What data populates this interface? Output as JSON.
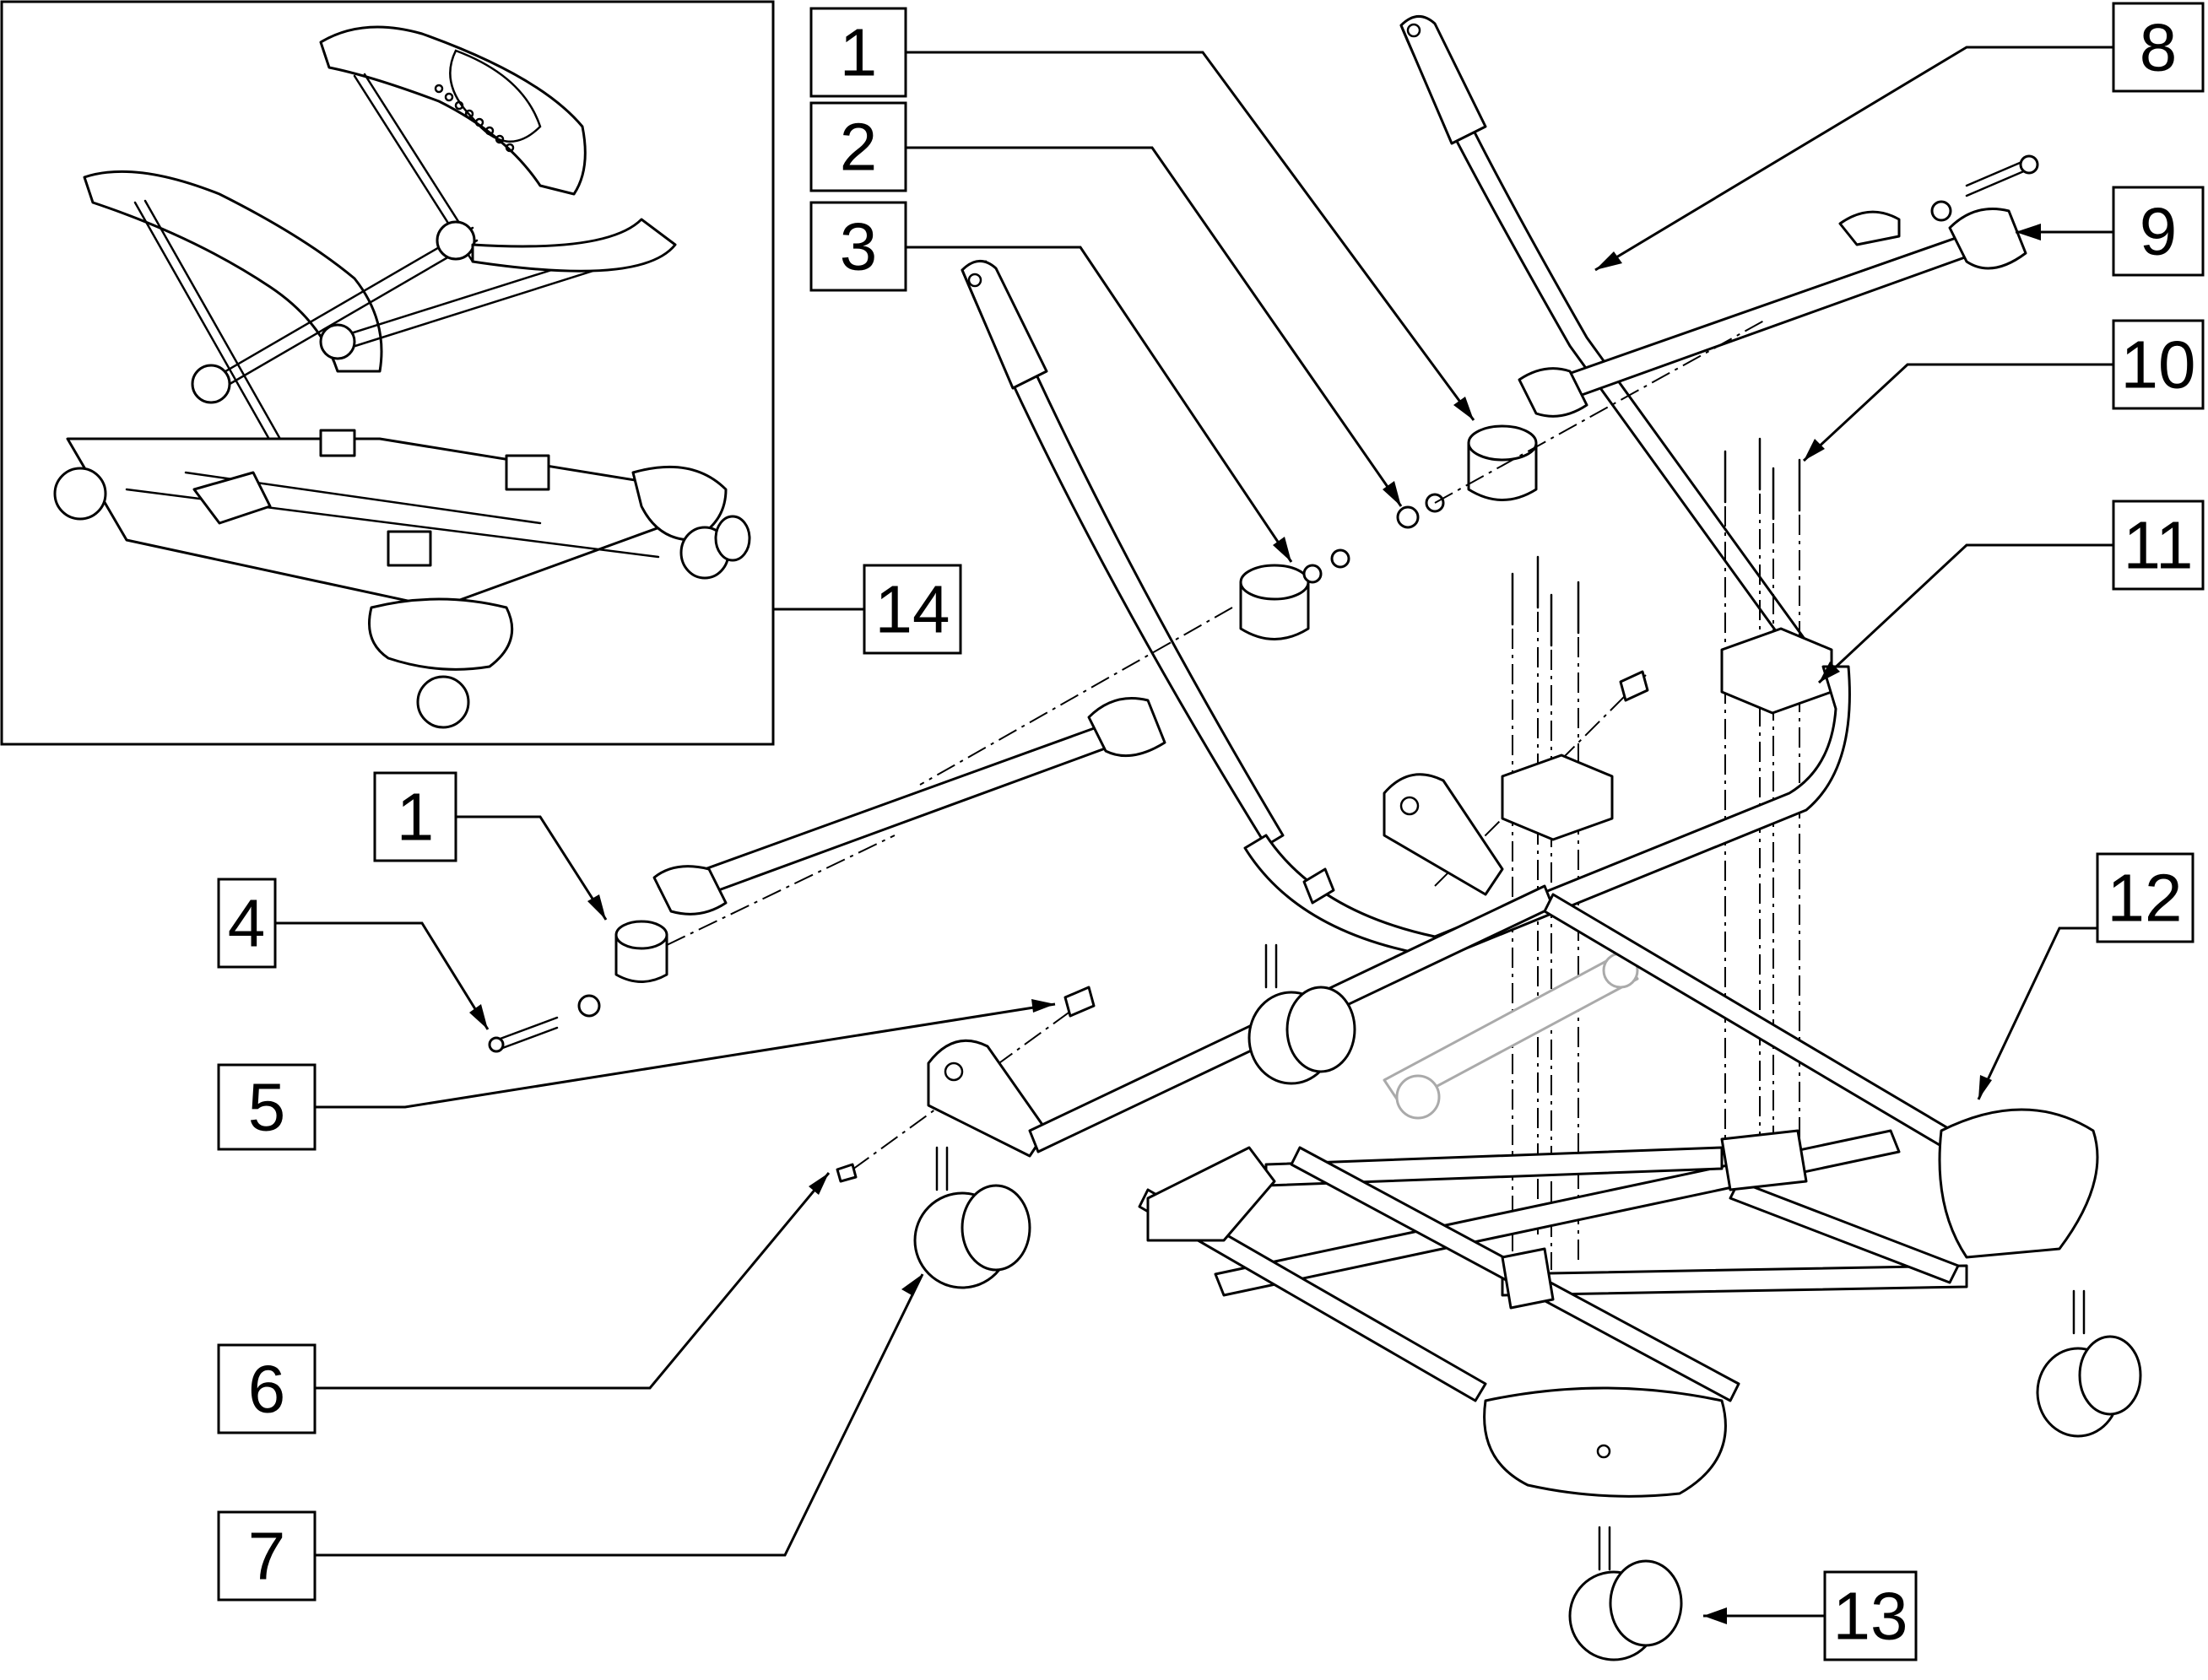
{
  "callouts": [
    {
      "id": "c1a",
      "label": "1"
    },
    {
      "id": "c2",
      "label": "2"
    },
    {
      "id": "c3",
      "label": "3"
    },
    {
      "id": "c8",
      "label": "8"
    },
    {
      "id": "c9",
      "label": "9"
    },
    {
      "id": "c10",
      "label": "10"
    },
    {
      "id": "c11",
      "label": "11"
    },
    {
      "id": "c14",
      "label": "14"
    },
    {
      "id": "c1b",
      "label": "1"
    },
    {
      "id": "c4",
      "label": "4"
    },
    {
      "id": "c5",
      "label": "5"
    },
    {
      "id": "c12",
      "label": "12"
    },
    {
      "id": "c6",
      "label": "6"
    },
    {
      "id": "c7",
      "label": "7"
    },
    {
      "id": "c13",
      "label": "13"
    }
  ],
  "colors": {
    "line": "#000000",
    "background": "#ffffff",
    "ghost_part": "#aaaaaa"
  }
}
